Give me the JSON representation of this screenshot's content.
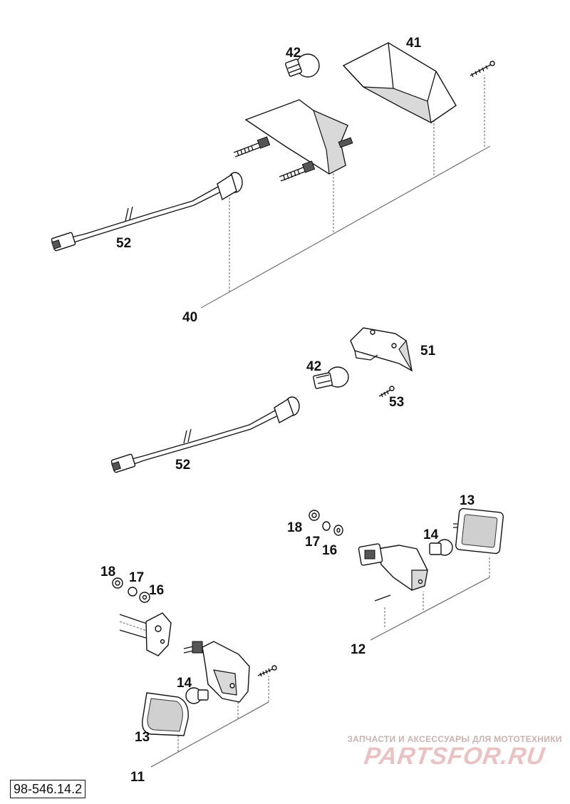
{
  "labels": {
    "top_assembly": {
      "assembly": "40",
      "housing": "41",
      "bulb": "42",
      "cable": "52"
    },
    "middle_assembly": {
      "cover": "51",
      "bulb": "42",
      "screw": "53",
      "cable": "52"
    },
    "right_indicator": {
      "assembly": "12",
      "lens": "13",
      "bulb": "14",
      "washer": "16",
      "lock_washer": "17",
      "nut": "18"
    },
    "left_indicator": {
      "assembly": "11",
      "lens": "13",
      "bulb": "14",
      "washer": "16",
      "lock_washer": "17",
      "nut": "18"
    }
  },
  "drawing_code": "98-546.14.2",
  "watermark": {
    "subtitle": "ЗАПЧАСТИ И АКСЕССУАРЫ ДЛЯ МОТОТЕХНИКИ",
    "brand": "PARTSFOR.RU"
  }
}
